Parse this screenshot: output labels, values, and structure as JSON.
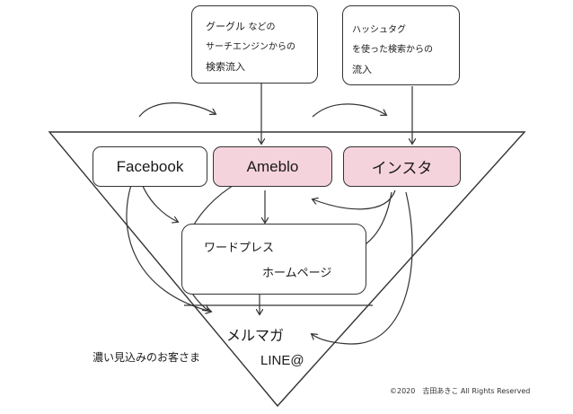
{
  "notes": {
    "google": {
      "line1_main": "グーグル",
      "line1_suffix": "などの",
      "line2": "サーチエンジンからの",
      "line3": "検索流入"
    },
    "hashtag": {
      "line1": "ハッシュタグ",
      "line2": "を使った検索からの",
      "line3": "流入"
    }
  },
  "boxes": {
    "facebook": "Facebook",
    "ameblo": "Ameblo",
    "insta": "インスタ"
  },
  "wordpress": {
    "line1": "ワードプレス",
    "line2": "ホームページ"
  },
  "bottom": {
    "melmaga": "メルマガ",
    "line": "LINE@"
  },
  "side_label": "濃い見込みのお客さま",
  "copyright": "©2020　吉田あきこ All Rights Reserved",
  "colors": {
    "accent_pink": "#f5d3dd",
    "stroke": "#333333"
  }
}
